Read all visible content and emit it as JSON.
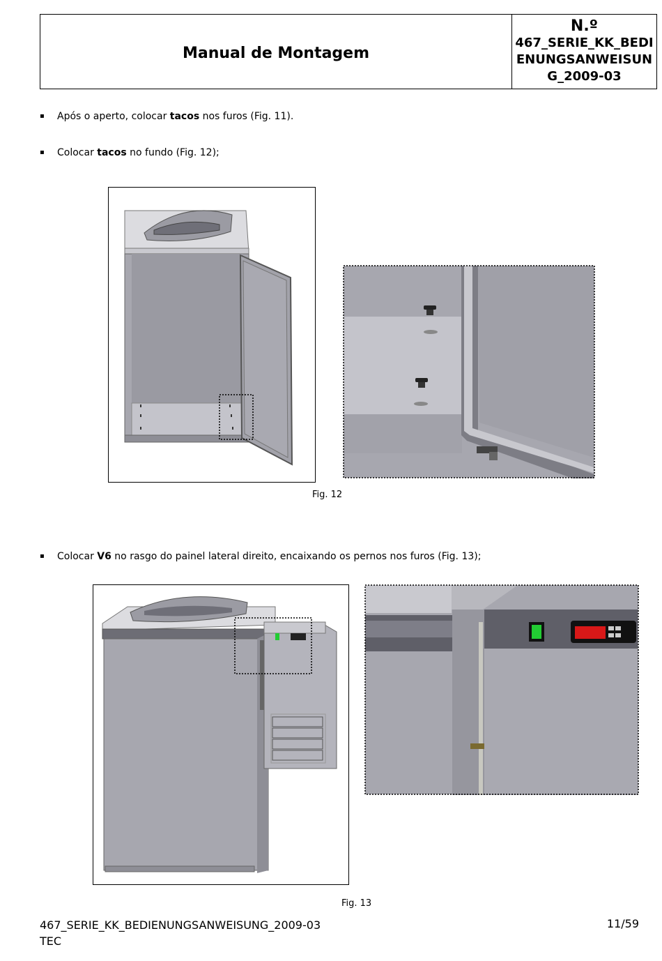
{
  "header": {
    "title": "Manual de Montagem",
    "number_label": "N.º",
    "doc_code": "467_SERIE_KK_BEDIENUNGSANWEISUNG_2009-03"
  },
  "bullets": [
    {
      "before": "Após o aperto, colocar ",
      "bold": "tacos",
      "after": " nos furos (Fig. 11)."
    },
    {
      "before": "Colocar ",
      "bold": "tacos",
      "after": " no fundo (Fig. 12);"
    },
    {
      "before": "Colocar ",
      "bold": "V6",
      "after": " no rasgo do painel lateral direito, encaixando os pernos nos furos (Fig. 13);"
    }
  ],
  "bullet_mark": "▪",
  "figures": {
    "fig12_caption": "Fig. 12",
    "fig13_caption": "Fig. 13"
  },
  "colors": {
    "panel": "#a7a7af",
    "panel_dark": "#8e8e96",
    "floor": "#c4c4cb",
    "frame": "#6a6a72",
    "switch_green": "#22cc33",
    "display_red": "#d81818"
  },
  "footer": {
    "doc_code": "467_SERIE_KK_BEDIENUNGSANWEISUNG_2009-03",
    "department": "TEC",
    "page": "11/59"
  }
}
